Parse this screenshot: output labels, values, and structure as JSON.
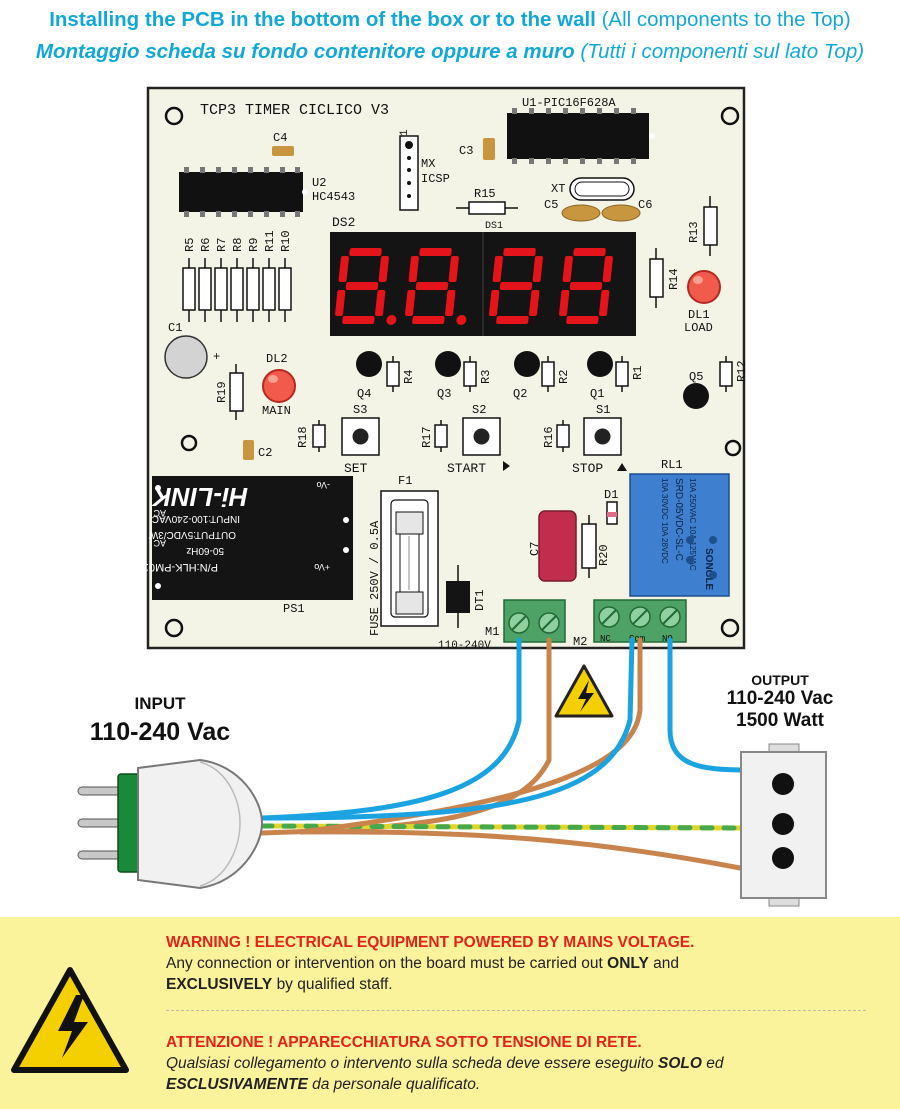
{
  "header": {
    "line1_bold": "Installing the PCB in the bottom of the box or to the wall",
    "line1_normal": "(All components to the Top)",
    "line2_bold": "Montaggio scheda su fondo contenitore oppure a muro",
    "line2_normal": "(Tutti i componenti sul lato Top)"
  },
  "board": {
    "title": "TCP3 TIMER CICLICO V3",
    "components": {
      "u1": "U1-PIC16F628A",
      "u2": "U2",
      "u2_part": "HC4543",
      "c1": "C1",
      "c2": "C2",
      "c3": "C3",
      "c4": "C4",
      "c5": "C5",
      "c6": "C6",
      "c7": "C7",
      "xt": "XT",
      "mx": "MX",
      "icsp": "ICSP",
      "mx_pin": "1",
      "r15": "R15",
      "r13": "R13",
      "r14": "R14",
      "r19": "R19",
      "r18": "R18",
      "r17": "R17",
      "r16": "R16",
      "r20": "R20",
      "r12": "R12",
      "r4": "R4",
      "r3": "R3",
      "r2": "R2",
      "r1": "R1",
      "resistor_array": [
        "R5",
        "R6",
        "R7",
        "R8",
        "R9",
        "R11",
        "R10"
      ],
      "ds2": "DS2",
      "ds1": "DS1",
      "display_digits": [
        "8.",
        "8.",
        "8",
        "8"
      ],
      "dl1": "DL1",
      "dl1_sub": "LOAD",
      "dl2": "DL2",
      "dl2_sub": "MAIN",
      "q1": "Q1",
      "q2": "Q2",
      "q3": "Q3",
      "q4": "Q4",
      "q5": "Q5",
      "s1": "S1",
      "s2": "S2",
      "s3": "S3",
      "set": "SET",
      "start": "START",
      "stop": "STOP",
      "f1": "F1",
      "fuse_label": "FUSE 250V / 0.5A",
      "d1": "D1",
      "dt1": "DT1",
      "rl1": "RL1",
      "ps1": "PS1",
      "m1": "M1",
      "m1_voltage": "110-240V",
      "m2": "M2",
      "m2_nc": "NC",
      "m2_com": "Com",
      "m2_no": "NO",
      "plus": "+"
    },
    "psu_text": {
      "brand": "Hi-LINK",
      "pn": "P/N:HLK-PM01",
      "input": "INPUT:100-240VAC",
      "freq": "50-60Hz",
      "output": "OUTPUT:5VDC/3W",
      "vo_plus": "+Vo",
      "vo_minus": "-Vo",
      "ac1": "AC",
      "ac2": "AC"
    },
    "relay_text": {
      "model": "SRD-05VDC-SL-C",
      "brand": "SONGLE",
      "l1": "10A 250VAC 10A 125VAC",
      "l2": "10A 30VDC 10A 28VDC"
    }
  },
  "input": {
    "title": "INPUT",
    "value": "110-240 Vac"
  },
  "output": {
    "title": "OUTPUT",
    "voltage": "110-240 Vac",
    "power": "1500 Watt"
  },
  "warning": {
    "en_title": "WARNING ! ELECTRICAL EQUIPMENT POWERED BY MAINS VOLTAGE.",
    "en_l1_a": "Any connection or intervention on the board must be carried out",
    "en_l1_b": "ONLY",
    "en_l1_c": "and",
    "en_l2_a": "EXCLUSIVELY",
    "en_l2_b": "by qualified staff.",
    "it_title": "ATTENZIONE ! APPARECCHIATURA SOTTO TENSIONE DI RETE.",
    "it_l1_a": "Qualsiasi collegamento o intervento sulla scheda deve essere eseguito",
    "it_l1_b": "SOLO",
    "it_l1_c": "ed",
    "it_l2_a": "ESCLUSIVAMENTE",
    "it_l2_b": "da personale qualificato."
  },
  "colors": {
    "header_blue": "#12a8d6",
    "board_bg": "#f4f4e6",
    "display_red": "#e4141a",
    "led_red": "#f25a4c",
    "relay_blue": "#3f7fcf",
    "terminal_green": "#4fa266",
    "cap_orange": "#c8963e",
    "c7_red": "#c12e4d",
    "wire_blue": "#1aa3e0",
    "wire_brown": "#c9844e",
    "wire_yellow": "#e1d52d",
    "wire_green": "#46a84a",
    "warning_bg": "#fbf29c",
    "warning_red": "#e2231a"
  },
  "icons": [
    "hazard-warning-icon",
    "small-hazard-icon",
    "italian-plug",
    "output-socket"
  ]
}
